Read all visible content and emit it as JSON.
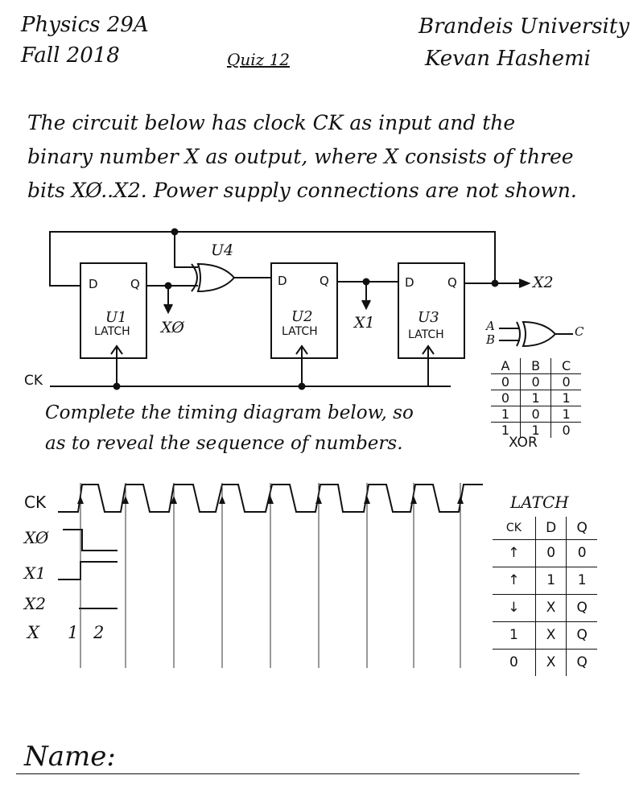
{
  "header": {
    "course": "Physics 29A",
    "term": "Fall 2018",
    "quiz": "Quiz 12",
    "university": "Brandeis University",
    "author": "Kevan Hashemi"
  },
  "problem": {
    "lines": [
      "The circuit below has clock CK as input and the",
      "binary number X as output, where X consists of three",
      "bits XØ..X2. Power supply connections are not shown."
    ],
    "instruction_lines": [
      "Complete the timing diagram below, so",
      "as to reveal the sequence of numbers."
    ]
  },
  "circuit": {
    "latches": [
      {
        "id": "U1",
        "type": "LATCH",
        "d": "D",
        "q": "Q"
      },
      {
        "id": "U2",
        "type": "LATCH",
        "d": "D",
        "q": "Q"
      },
      {
        "id": "U3",
        "type": "LATCH",
        "d": "D",
        "q": "Q"
      }
    ],
    "gate": "U4",
    "outputs": {
      "x0": "XØ",
      "x1": "X1",
      "x2": "X2"
    },
    "clock": "CK"
  },
  "xor_table": {
    "symbol_inputs": [
      "A",
      "B"
    ],
    "symbol_output": "C",
    "headers": [
      "A",
      "B",
      "C"
    ],
    "rows": [
      [
        "0",
        "0",
        "0"
      ],
      [
        "0",
        "1",
        "1"
      ],
      [
        "1",
        "0",
        "1"
      ],
      [
        "1",
        "1",
        "0"
      ]
    ],
    "caption": "XOR"
  },
  "latch_table": {
    "title": "LATCH",
    "headers": [
      "CK",
      "D",
      "Q"
    ],
    "rows": [
      [
        "↑",
        "0",
        "0"
      ],
      [
        "↑",
        "1",
        "1"
      ],
      [
        "↓",
        "X",
        "Q"
      ],
      [
        "1",
        "X",
        "Q"
      ],
      [
        "0",
        "X",
        "Q"
      ]
    ]
  },
  "timing": {
    "signals": [
      "CK",
      "XØ",
      "X1",
      "X2",
      "X"
    ],
    "x_values": [
      "1",
      "2"
    ]
  },
  "footer": {
    "name_label": "Name:"
  }
}
